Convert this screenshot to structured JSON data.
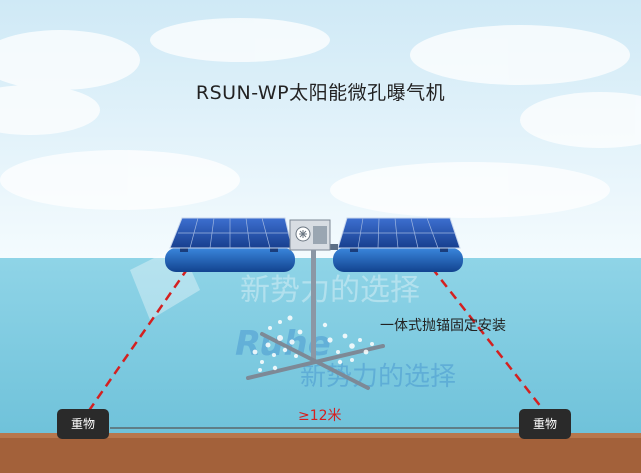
{
  "title": "RSUN-WP太阳能微孔曝气机",
  "weights": {
    "left_label": "重物",
    "right_label": "重物"
  },
  "install_label": "一体式抛锚固定安装",
  "distance_label": "≥12米",
  "watermark": {
    "line1": "新势力的选择",
    "line2": "新势力的选择",
    "brand": "Ruhe"
  },
  "colors": {
    "sky_top": "#d8eef8",
    "sky_bottom": "#ffffff",
    "water": "#85cfe4",
    "seabed": "#a0603a",
    "rope": "#d42020",
    "panel": "#1f4fa8",
    "float": "#1b5fb8"
  },
  "icons": [
    "solar-panel-icon",
    "aerator-motor-icon",
    "bubble-icon"
  ]
}
